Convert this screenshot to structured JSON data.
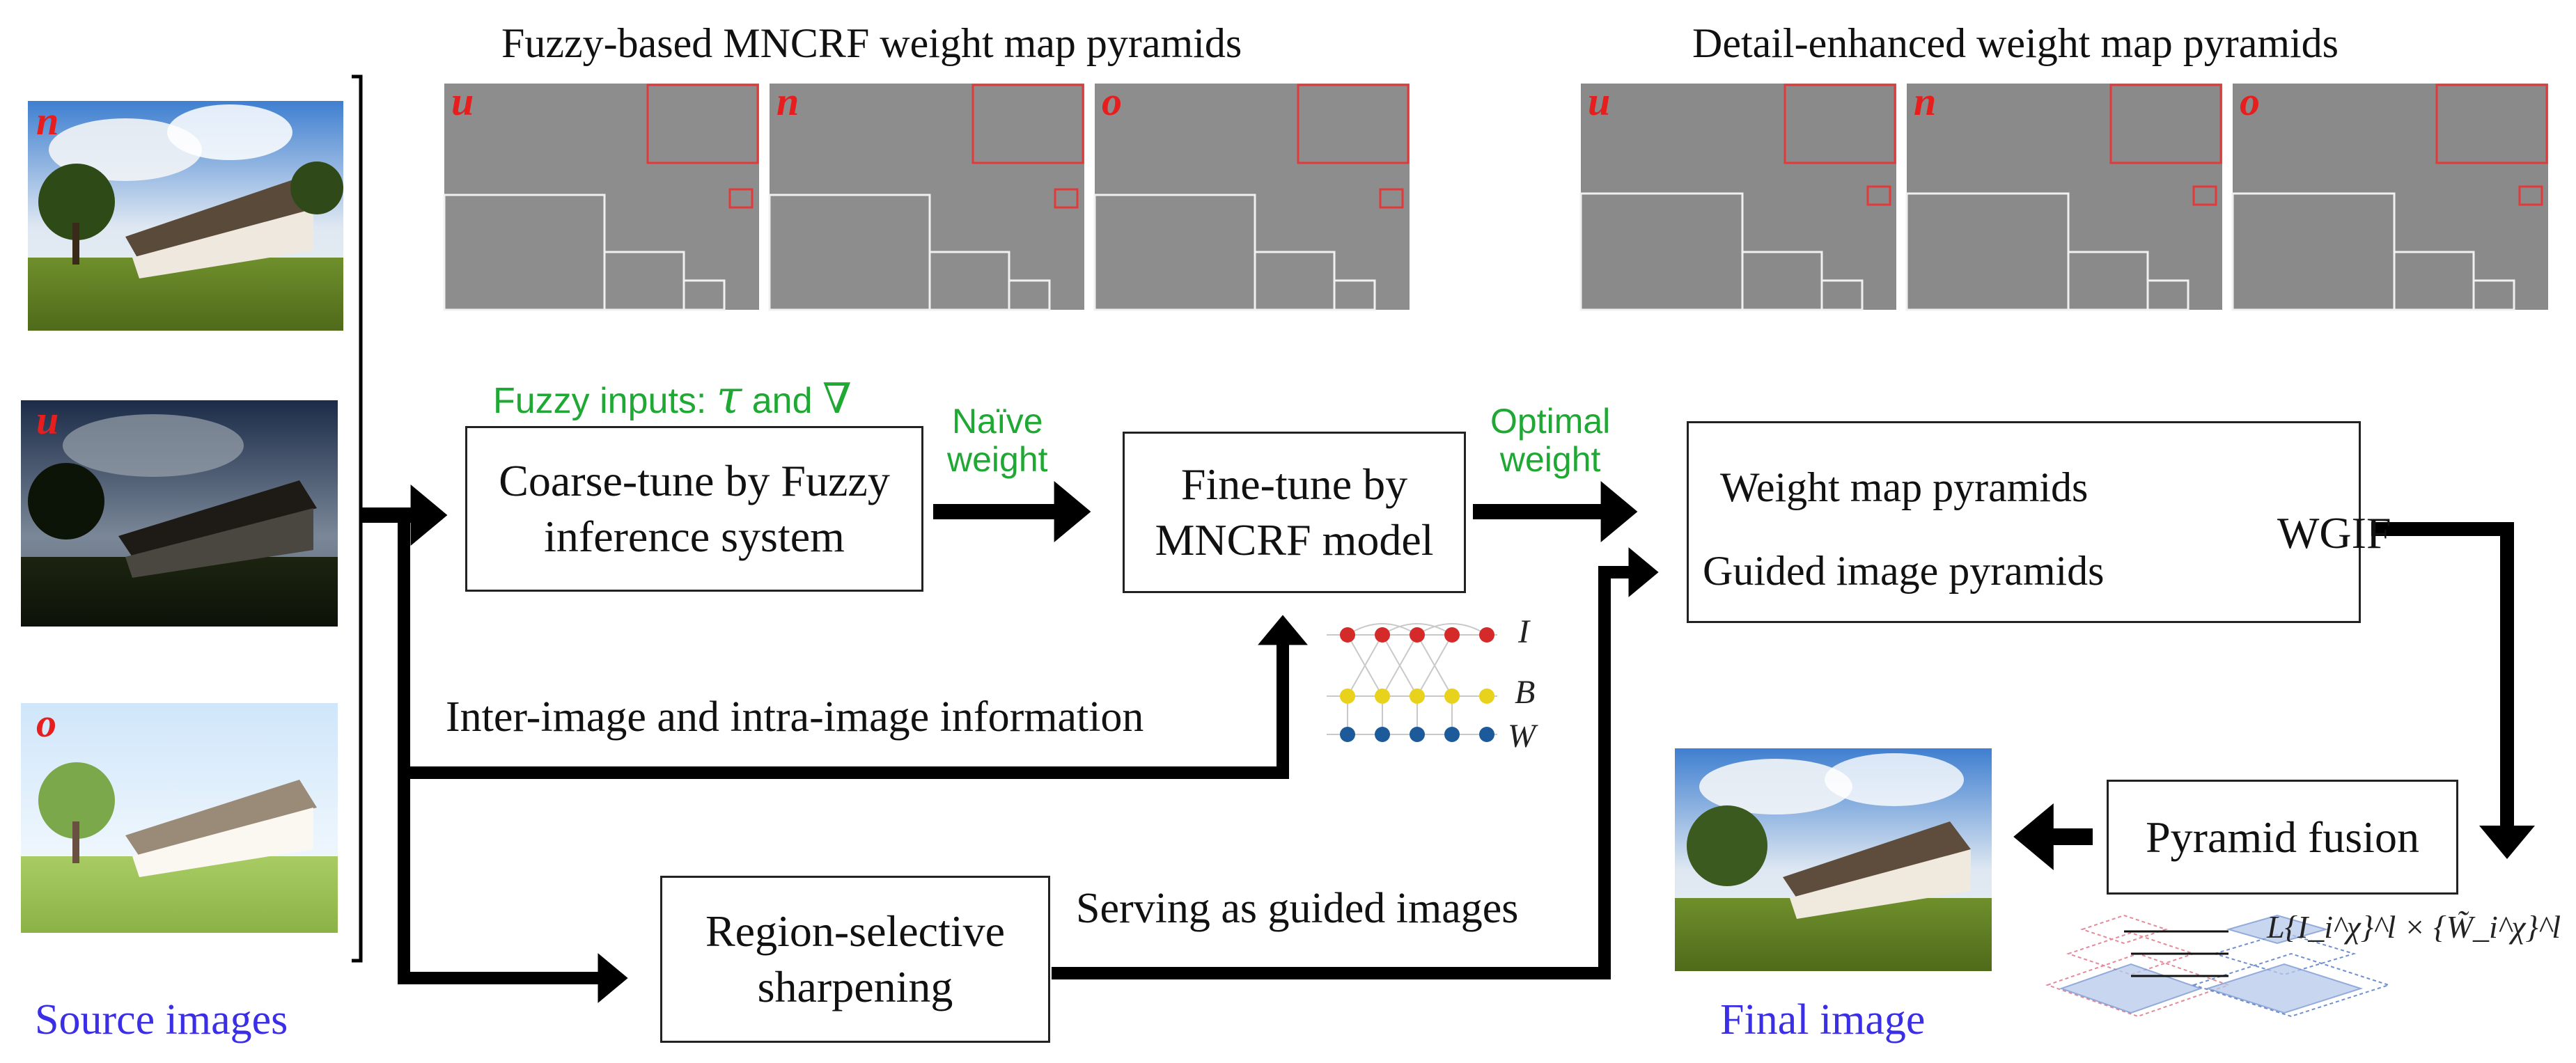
{
  "titles": {
    "fuzzy_pyramids": "Fuzzy-based MNCRF weight map pyramids",
    "detail_pyramids": "Detail-enhanced weight map pyramids"
  },
  "source_images": {
    "labels": [
      "n",
      "u",
      "o"
    ],
    "caption": "Source images"
  },
  "pyramid_labels": {
    "fuzzy": [
      "u",
      "n",
      "o"
    ],
    "detail": [
      "u",
      "n",
      "o"
    ]
  },
  "fuzzy_inputs": {
    "prefix": "Fuzzy inputs: ",
    "tau": "τ",
    "and": "and",
    "nabla": "∇"
  },
  "boxes": {
    "coarse_tune": [
      "Coarse-tune by Fuzzy",
      "inference system"
    ],
    "fine_tune": [
      "Fine-tune by",
      "MNCRF model"
    ],
    "weight_map": "Weight map pyramids",
    "guided_image": "Guided image pyramids",
    "wgif": "WGIF",
    "pyramid_fusion": "Pyramid fusion",
    "region_selective": [
      "Region-selective",
      "sharpening"
    ]
  },
  "arrow_labels": {
    "naive_weight": [
      "Naïve",
      "weight"
    ],
    "optimal_weight": [
      "Optimal",
      "weight"
    ],
    "inter_intra": "Inter-image and intra-image information",
    "serving_guided": "Serving as guided images"
  },
  "mncrf_layers": [
    "I",
    "B",
    "W"
  ],
  "fusion_formula": "L{I_i^χ}^l × {W̃_i^χ}^l",
  "final_caption": "Final image",
  "colors": {
    "arrow": "#000000",
    "green_text": "#1fa833",
    "blue_text": "#3a2ee6",
    "red_label": "#e61e1e",
    "curved_arrow": "#2a8fc0"
  }
}
